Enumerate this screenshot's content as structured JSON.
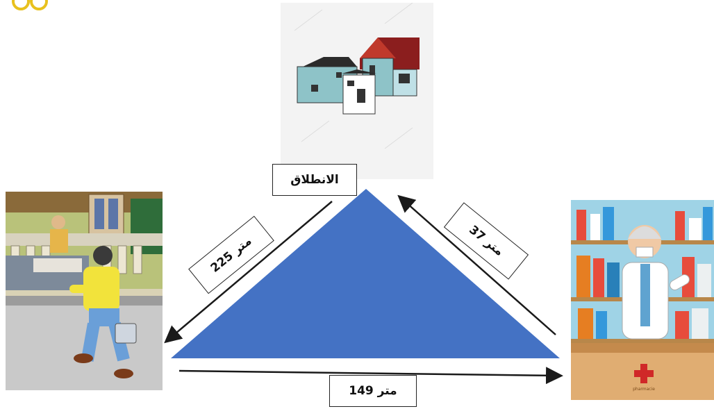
{
  "labels": {
    "start": "الانطلاق",
    "left_distance": "225 متر",
    "right_distance": "37 متر",
    "bottom_distance": "149 متر"
  },
  "pharmacy": {
    "sign_text": "pharmacie"
  },
  "colors": {
    "triangle": "#4472c4",
    "arrow": "#1a1a1a",
    "house_roof_red": "#c0392b",
    "shop_wall": "#2f6d3a",
    "boy_shirt": "#f2e33b",
    "boy_pants": "#6a9fd8",
    "pharmacy_bg": "#9fd3e6",
    "pharmacist_coat": "#ffffff"
  },
  "icons": [
    "house-icon",
    "shop-icon",
    "pharmacy-icon",
    "boy-icon",
    "pharmacist-icon",
    "cross-icon",
    "coin-icon"
  ]
}
